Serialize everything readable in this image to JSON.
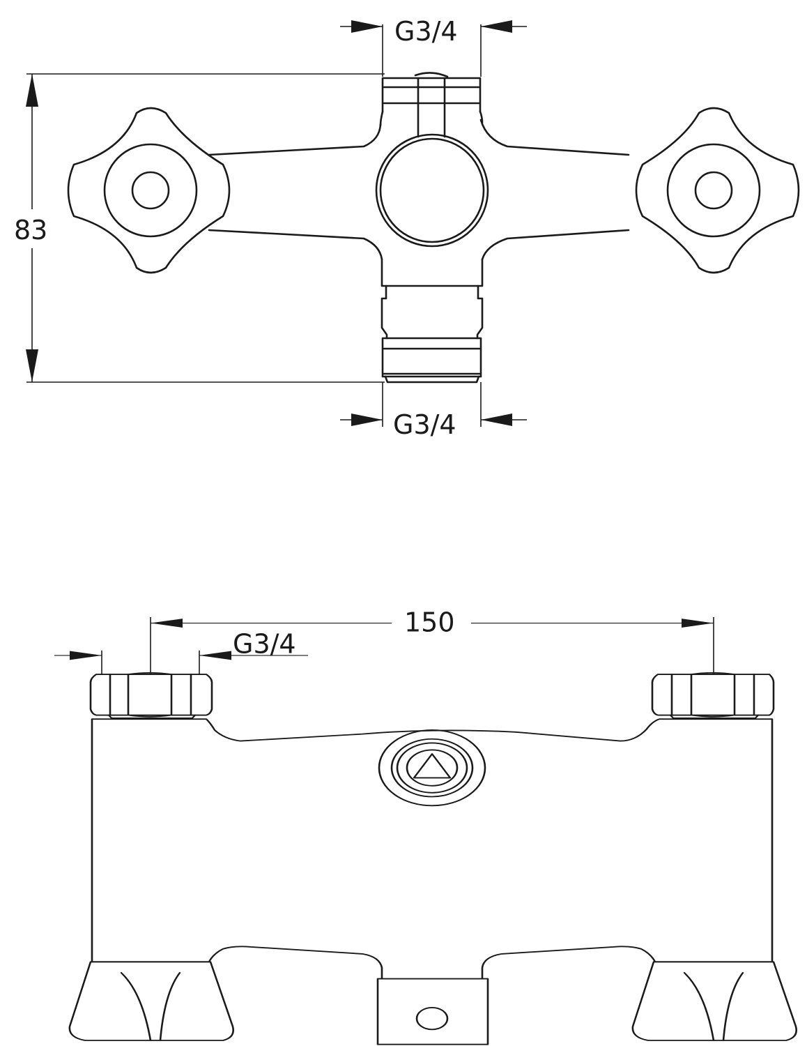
{
  "dimensions": {
    "top_outlet_thread": "G3/4",
    "height": "83",
    "bottom_outlet_thread": "G3/4",
    "center_distance": "150",
    "inlet_thread": "G3/4"
  },
  "colors": {
    "line": "#1a1a1a",
    "background": "#ffffff"
  }
}
